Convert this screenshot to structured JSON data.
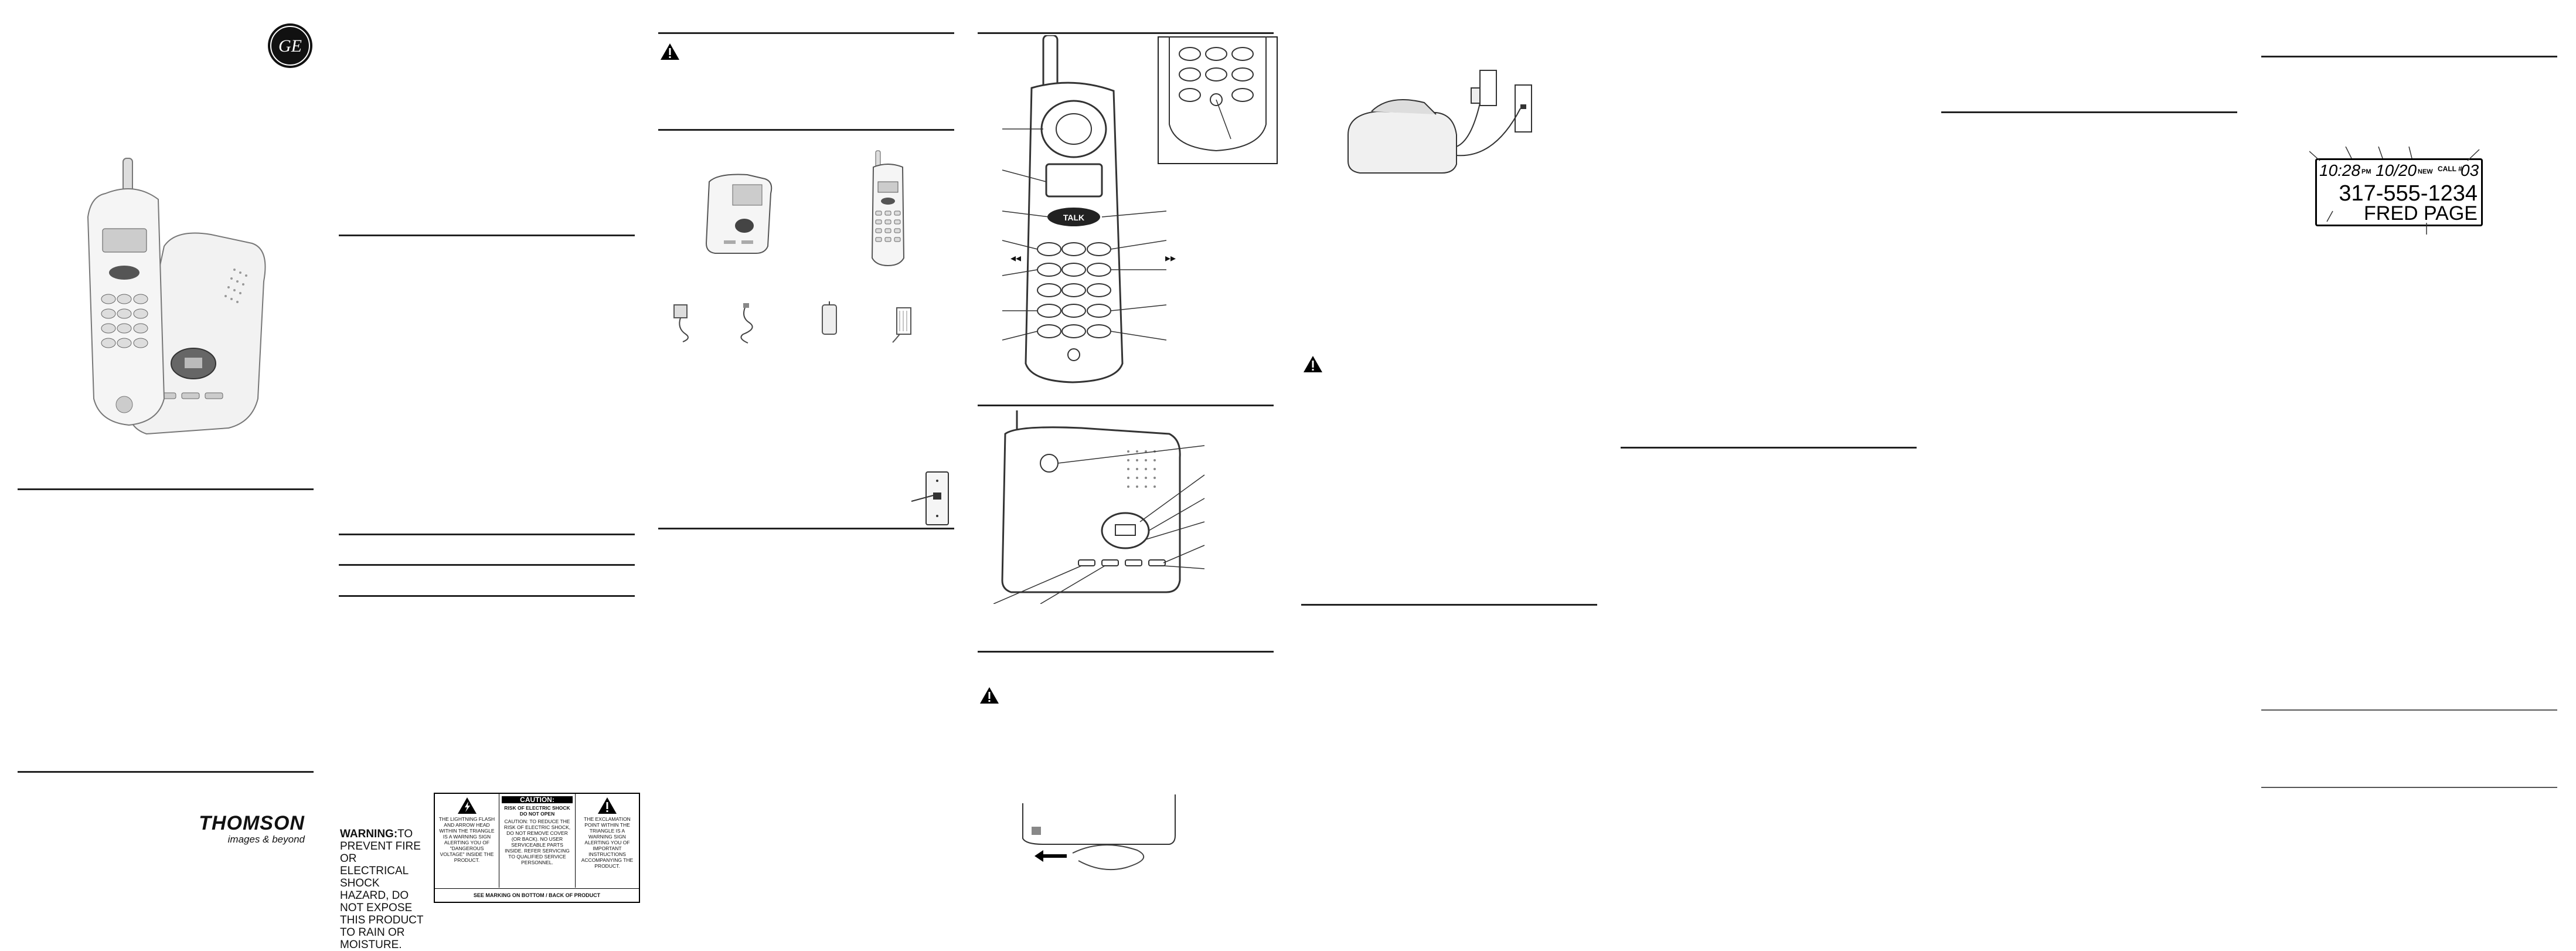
{
  "logos": {
    "ge": "GE",
    "thomson_brand": "THOMSON",
    "thomson_tagline": "images & beyond"
  },
  "warning": {
    "label": "WARNING:",
    "text": "TO PREVENT FIRE OR ELECTRICAL SHOCK HAZARD, DO NOT EXPOSE THIS PRODUCT TO RAIN OR MOISTURE."
  },
  "caution_box": {
    "title": "CAUTION:",
    "subtitle": "RISK OF ELECTRIC SHOCK DO NOT OPEN",
    "left_text": "THE LIGHTNING FLASH AND ARROW HEAD WITHIN THE TRIANGLE IS A WARNING SIGN ALERTING YOU OF \"DANGEROUS VOLTAGE\" INSIDE THE PRODUCT.",
    "middle_text": "CAUTION: TO REDUCE THE RISK OF ELECTRIC SHOCK, DO NOT REMOVE COVER (OR BACK). NO USER SERVICEABLE PARTS INSIDE. REFER SERVICING TO QUALIFIED SERVICE PERSONNEL.",
    "right_text": "THE EXCLAMATION POINT WITHIN THE TRIANGLE IS A WARNING SIGN ALERTING YOU OF IMPORTANT INSTRUCTIONS ACCOMPANYING THE PRODUCT.",
    "footer": "SEE MARKING ON BOTTOM / BACK OF PRODUCT"
  },
  "handset_labels": {
    "talk": "TALK",
    "rewind": "◂◂",
    "fastfwd": "▸▸"
  },
  "caller_id_display": {
    "time": "10:28",
    "ampm": "PM",
    "date": "10/20",
    "new_label": "NEW",
    "call_label": "CALL #",
    "call_number": "03",
    "phone_number": "317-555-1234",
    "name": "FRED PAGE"
  }
}
